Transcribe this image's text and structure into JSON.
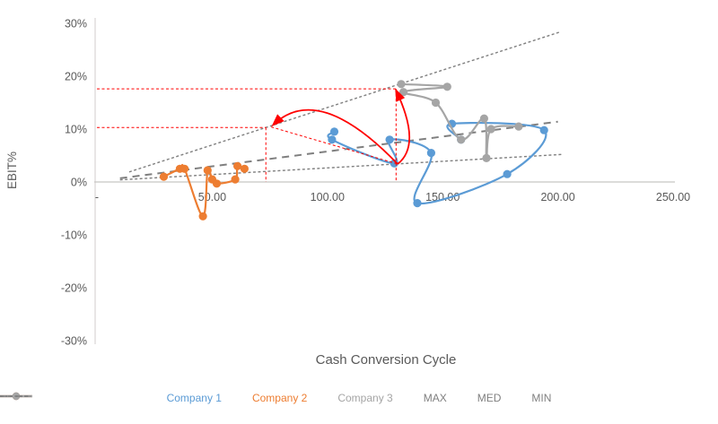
{
  "chart_data": {
    "type": "scatter",
    "title": "",
    "xlabel": "Cash Conversion Cycle",
    "ylabel": "EBIT%",
    "xlim": [
      0,
      250
    ],
    "ylim": [
      -30,
      30
    ],
    "grid": false,
    "legend_position": "bottom",
    "x_ticks": [
      {
        "label": "-",
        "value": 0
      },
      {
        "label": "50.00",
        "value": 50
      },
      {
        "label": "100.00",
        "value": 100
      },
      {
        "label": "150.00",
        "value": 150
      },
      {
        "label": "200.00",
        "value": 200
      },
      {
        "label": "250.00",
        "value": 250
      }
    ],
    "y_ticks": [
      {
        "label": "30%",
        "value": 30
      },
      {
        "label": "20%",
        "value": 20
      },
      {
        "label": "10%",
        "value": 10
      },
      {
        "label": "0%",
        "value": 0
      },
      {
        "label": "-10%",
        "value": -10
      },
      {
        "label": "-20%",
        "value": -20
      },
      {
        "label": "-30%",
        "value": -30
      }
    ],
    "series": [
      {
        "name": "Company 1",
        "color": "#5B9BD5",
        "smooth": true,
        "points": [
          [
            103,
            9.5
          ],
          [
            102,
            8
          ],
          [
            129,
            3.5
          ],
          [
            127,
            8
          ],
          [
            145,
            5.5
          ],
          [
            139,
            -4
          ],
          [
            178,
            1.5
          ],
          [
            194,
            9.8
          ],
          [
            154,
            11
          ],
          [
            158,
            8
          ]
        ]
      },
      {
        "name": "Company 2",
        "color": "#ED7D31",
        "smooth": true,
        "points": [
          [
            29,
            1
          ],
          [
            36,
            2.5
          ],
          [
            38,
            2.5
          ],
          [
            46,
            -6.5
          ],
          [
            48,
            2.2
          ],
          [
            50,
            0.5
          ],
          [
            52,
            -0.3
          ],
          [
            60,
            0.5
          ],
          [
            61,
            3
          ],
          [
            64,
            2.5
          ]
        ]
      },
      {
        "name": "Company 3",
        "color": "#A5A5A5",
        "smooth": true,
        "points": [
          [
            183,
            10.5
          ],
          [
            171,
            10
          ],
          [
            169,
            4.5
          ],
          [
            168,
            12
          ],
          [
            158,
            8
          ],
          [
            147,
            15
          ],
          [
            133,
            17
          ],
          [
            152,
            18
          ],
          [
            132,
            18.5
          ]
        ]
      }
    ],
    "trend_lines": [
      {
        "name": "MAX",
        "color": "#7F7F7F",
        "dash": "3,2.5",
        "width": 1.4,
        "from": [
          14,
          1.9
        ],
        "to": [
          200.5,
          28.3
        ]
      },
      {
        "name": "MED",
        "color": "#7F7F7F",
        "dash": "8,6",
        "width": 2,
        "from": [
          10,
          0.7
        ],
        "to": [
          200,
          11.4
        ]
      },
      {
        "name": "MIN",
        "color": "#7F7F7F",
        "dash": "3,2.5",
        "width": 1.4,
        "from": [
          10,
          0.4
        ],
        "to": [
          201.5,
          5.2
        ]
      }
    ],
    "annotations": {
      "color": "#FF0000",
      "dash_lines": [
        {
          "from": [
            0,
            17.6
          ],
          "to": [
            129.8,
            17.6
          ]
        },
        {
          "from": [
            129.8,
            17.6
          ],
          "to": [
            129.8,
            0
          ]
        },
        {
          "from": [
            0,
            10.3
          ],
          "to": [
            73.3,
            10.3
          ]
        },
        {
          "from": [
            73.3,
            10.3
          ],
          "to": [
            73.3,
            0
          ]
        },
        {
          "from": [
            75.6,
            10.4
          ],
          "to": [
            130.5,
            3.4
          ]
        }
      ],
      "arrows": [
        {
          "from": [
            130.5,
            3.4
          ],
          "ctrl": [
            141,
            7
          ],
          "to": [
            129.8,
            17.3
          ]
        },
        {
          "from": [
            130.5,
            3.4
          ],
          "ctrl": [
            96,
            19
          ],
          "to": [
            76.5,
            10.8
          ]
        }
      ]
    }
  }
}
